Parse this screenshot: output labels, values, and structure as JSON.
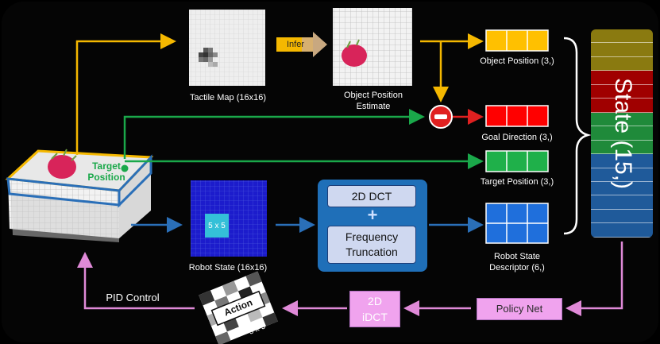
{
  "labels": {
    "tactile_map": "Tactile Map (16x16)",
    "infer": "Infer",
    "object_position_estimate_1": "Object Position",
    "object_position_estimate_2": "Estimate",
    "object_position": "Object Position (3,)",
    "goal_direction": "Goal Direction (3,)",
    "target_position": "Target Position (3,)",
    "robot_state_descriptor_1": "Robot State",
    "robot_state_descriptor_2": "Descriptor (6,)",
    "robot_state": "Robot State (16x16)",
    "target_position_photo_1": "Target",
    "target_position_photo_2": "Position",
    "five_by_five": "5 x 5",
    "dct_2d": "2D DCT",
    "plus": "+",
    "frequency_1": "Frequency",
    "frequency_2": "Truncation",
    "state": "State (15,)",
    "policy_net": "Policy Net",
    "idct_1": "2D",
    "idct_2": "iDCT",
    "action": "Action",
    "action_5x5": "5 x 5",
    "pid_control": "PID Control"
  },
  "colors": {
    "yellow_arrow": "#f5b800",
    "green_arrow": "#1aa84a",
    "blue_arrow": "#2a6fb8",
    "pink_arrow": "#e08ad8",
    "red_arrow": "#e02020",
    "object_pos_cells": "#ffc000",
    "goal_dir_cells": "#ff0000",
    "target_pos_cells": "#1fb04a",
    "robot_desc_cells": "#1f6fdc"
  },
  "state_stripes": [
    "#8a7a10",
    "#8a7a10",
    "#8a7a10",
    "#a00000",
    "#a00000",
    "#a00000",
    "#1f8a3a",
    "#1f8a3a",
    "#1f8a3a",
    "#1f5a9a",
    "#1f5a9a",
    "#1f5a9a",
    "#1f5a9a",
    "#1f5a9a",
    "#1f5a9a"
  ]
}
